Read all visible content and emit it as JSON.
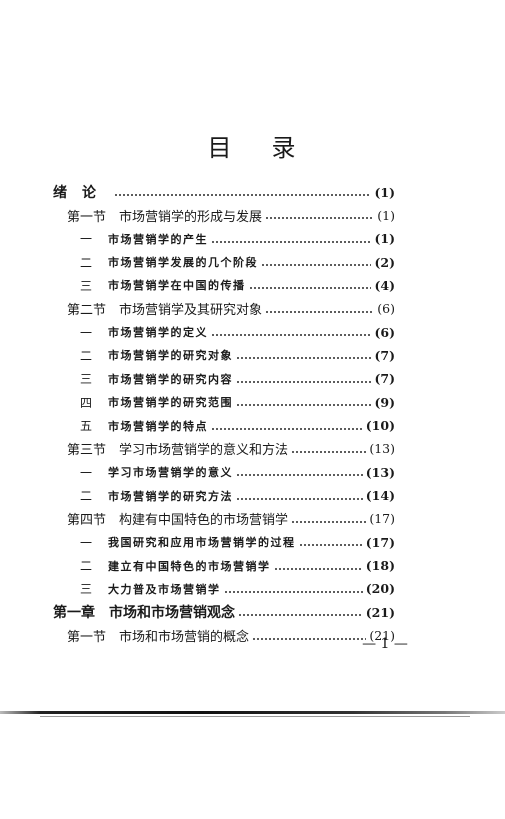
{
  "title": {
    "char1": "目",
    "char2": "录"
  },
  "toc": [
    {
      "level": 0,
      "num": "",
      "label": "绪论",
      "page": "(1)"
    },
    {
      "level": 1,
      "num": "第一节",
      "label": "市场营销学的形成与发展",
      "page": "(1)"
    },
    {
      "level": 2,
      "num": "一",
      "label": "市场营销学的产生",
      "page": "(1)"
    },
    {
      "level": 2,
      "num": "二",
      "label": "市场营销学发展的几个阶段",
      "page": "(2)"
    },
    {
      "level": 2,
      "num": "三",
      "label": "市场营销学在中国的传播",
      "page": "(4)"
    },
    {
      "level": 1,
      "num": "第二节",
      "label": "市场营销学及其研究对象",
      "page": "(6)"
    },
    {
      "level": 2,
      "num": "一",
      "label": "市场营销学的定义",
      "page": "(6)"
    },
    {
      "level": 2,
      "num": "二",
      "label": "市场营销学的研究对象",
      "page": "(7)"
    },
    {
      "level": 2,
      "num": "三",
      "label": "市场营销学的研究内容",
      "page": "(7)"
    },
    {
      "level": 2,
      "num": "四",
      "label": "市场营销学的研究范围",
      "page": "(9)"
    },
    {
      "level": 2,
      "num": "五",
      "label": "市场营销学的特点",
      "page": "(10)"
    },
    {
      "level": 1,
      "num": "第三节",
      "label": "学习市场营销学的意义和方法",
      "page": "(13)"
    },
    {
      "level": 2,
      "num": "一",
      "label": "学习市场营销学的意义",
      "page": "(13)"
    },
    {
      "level": 2,
      "num": "二",
      "label": "市场营销学的研究方法",
      "page": "(14)"
    },
    {
      "level": 1,
      "num": "第四节",
      "label": "构建有中国特色的市场营销学",
      "page": "(17)"
    },
    {
      "level": 2,
      "num": "一",
      "label": "我国研究和应用市场营销学的过程",
      "page": "(17)"
    },
    {
      "level": 2,
      "num": "二",
      "label": "建立有中国特色的市场营销学",
      "page": "(18)"
    },
    {
      "level": 2,
      "num": "三",
      "label": "大力普及市场营销学",
      "page": "(20)"
    },
    {
      "level": 0,
      "num": "第一章",
      "label": "市场和市场营销观念",
      "page": "(21)"
    },
    {
      "level": 1,
      "num": "第一节",
      "label": "市场和市场营销的概念",
      "page": "(21)"
    }
  ],
  "folio": "— 1 —"
}
